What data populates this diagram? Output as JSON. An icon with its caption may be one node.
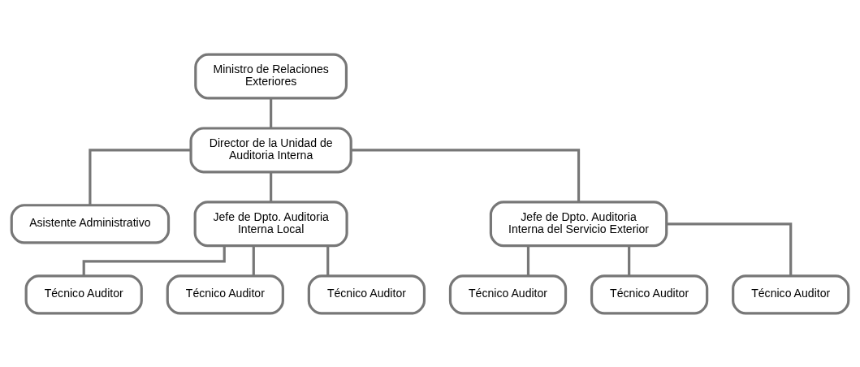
{
  "diagram": {
    "nodes": [
      {
        "text": [
          "Ministro de Relaciones Exteriores"
        ]
      },
      {
        "text": [
          "Director de la Unidad de Auditoria Interna"
        ]
      },
      {
        "text": [
          "Asistente Administrativo"
        ]
      },
      {
        "text": [
          "Jefe de Dpto. Auditoria Interna Local"
        ]
      },
      {
        "text": [
          "Jefe de Dpto. Auditoria Interna del Servicio Exterior"
        ]
      },
      {
        "text": [
          "Técnico Auditor"
        ]
      },
      {
        "text": [
          "Técnico Auditor"
        ]
      },
      {
        "text": [
          "Técnico Auditor"
        ]
      },
      {
        "text": [
          "Técnico Auditor"
        ]
      },
      {
        "text": [
          "Técnico Auditor"
        ]
      },
      {
        "text": [
          "Técnico Auditor"
        ]
      }
    ],
    "edges": [
      {
        "from": 0,
        "to": 1,
        "arrow": "none"
      },
      {
        "from": 1,
        "to": 2,
        "arrow": "none"
      },
      {
        "from": 1,
        "to": 3,
        "arrow": "none"
      },
      {
        "from": 1,
        "to": 4,
        "arrow": "none"
      },
      {
        "from": 3,
        "to": 5,
        "arrow": "none"
      },
      {
        "from": 3,
        "to": 6,
        "arrow": "none"
      },
      {
        "from": 3,
        "to": 7,
        "arrow": "none"
      },
      {
        "from": 4,
        "to": 8,
        "arrow": "none"
      },
      {
        "from": 4,
        "to": 9,
        "arrow": "none"
      },
      {
        "from": 4,
        "to": 10,
        "arrow": "none"
      }
    ]
  }
}
